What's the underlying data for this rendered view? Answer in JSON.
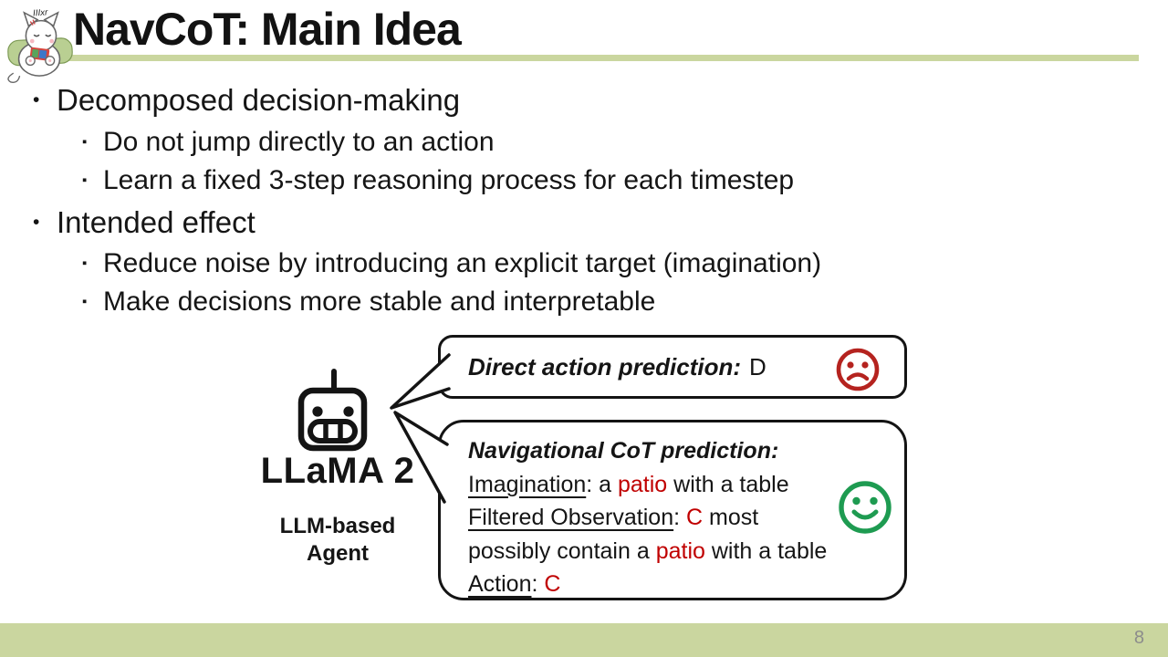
{
  "slide": {
    "logo_text": "IIIxr",
    "title": "NavCoT: Main Idea",
    "page_number": "8",
    "bullet_glyph": "•",
    "sub_bullet_glyph": "▪",
    "colors": {
      "accent_green": "#cad69f",
      "highlight_red": "#c00000",
      "sad_face_red": "#b5231f",
      "smile_face_green": "#1e9b51"
    },
    "bullets": [
      {
        "label": "Decomposed decision-making",
        "sub": [
          "Do not jump directly to an action",
          "Learn a fixed 3-step reasoning process for each timestep"
        ]
      },
      {
        "label": "Intended effect",
        "sub": [
          "Reduce noise by introducing an explicit target (imagination)",
          "Make decisions more stable and interpretable"
        ]
      }
    ],
    "diagram": {
      "agent": {
        "model_label": "LLaMA 2",
        "caption_lines": [
          "LLM-based",
          "Agent"
        ]
      },
      "bubble_direct": {
        "title": "Direct action prediction:",
        "value": "D",
        "mood": "sad"
      },
      "bubble_cot": {
        "title": "Navigational CoT prediction:",
        "mood": "happy",
        "lines": [
          [
            {
              "t": "Imagination",
              "u": true
            },
            {
              "t": ": a "
            },
            {
              "t": "patio",
              "red": true
            },
            {
              "t": " with a table"
            }
          ],
          [
            {
              "t": "Filtered Observation",
              "u": true
            },
            {
              "t": ": "
            },
            {
              "t": "C",
              "red": true
            },
            {
              "t": " most"
            }
          ],
          [
            {
              "t": "possibly contain a "
            },
            {
              "t": "patio",
              "red": true
            },
            {
              "t": " with a table"
            }
          ],
          [
            {
              "t": "Action",
              "u": true
            },
            {
              "t": ": "
            },
            {
              "t": "C",
              "red": true
            }
          ]
        ]
      }
    }
  }
}
